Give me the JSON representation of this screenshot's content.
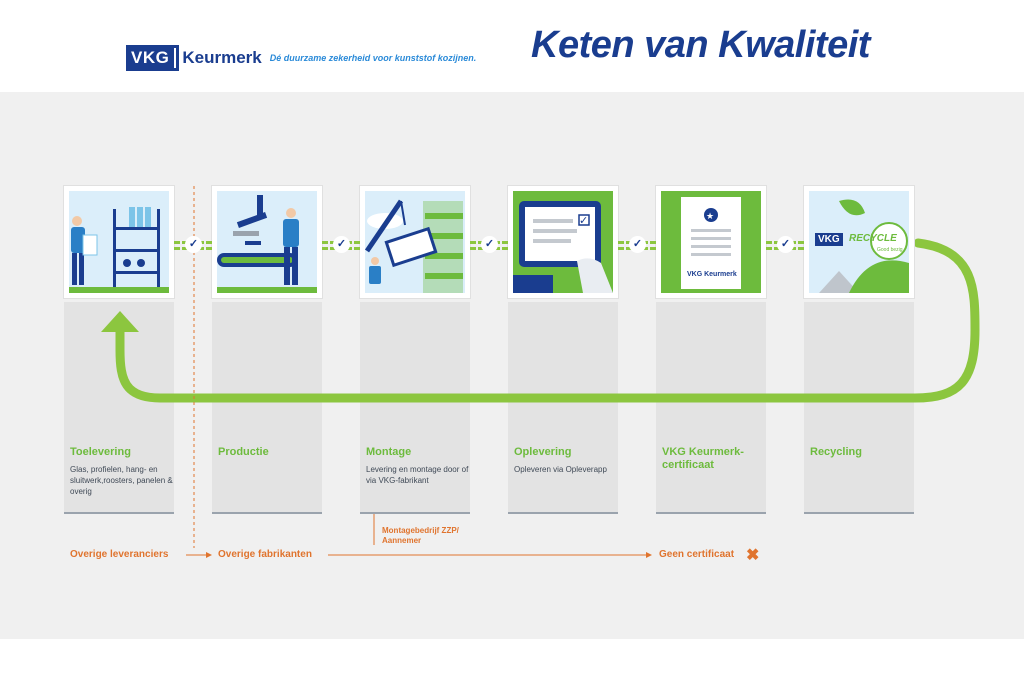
{
  "header": {
    "logo_vkg": "VKG",
    "logo_keurmerk": "Keurmerk",
    "tagline": "Dé duurzame zekerheid voor kunststof kozijnen.",
    "title": "Keten van Kwaliteit"
  },
  "stages": [
    {
      "title": "Toelevering",
      "desc": "Glas, profielen, hang- en sluitwerk,roosters, panelen & overig"
    },
    {
      "title": "Productie",
      "desc": ""
    },
    {
      "title": "Montage",
      "desc": "Levering en montage door of via VKG-fabrikant"
    },
    {
      "title": "Oplevering",
      "desc": "Opleveren via Opleverapp"
    },
    {
      "title": "VKG Keurmerk-certificaat",
      "desc": ""
    },
    {
      "title": "Recycling",
      "desc": ""
    }
  ],
  "cards": {
    "certificate_logo": "VKG Keurmerk",
    "recycle_vkg": "VKG",
    "recycle_word": "RECYCLE",
    "recycle_sub": "Good bezig"
  },
  "bottom_flow": {
    "overige_leveranciers": "Overige leveranciers",
    "overige_fabrikanten": "Overige fabrikanten",
    "montagebedrijf": "Montagebedrijf ZZP/ Aannemer",
    "geen_certificaat": "Geen certificaat"
  },
  "colors": {
    "brand_blue": "#1a3d8f",
    "green": "#8cc63f",
    "orange": "#e0742e"
  },
  "icons": [
    "check-icon",
    "cross-icon",
    "arrow-icon",
    "recycle-loop-arrow"
  ]
}
